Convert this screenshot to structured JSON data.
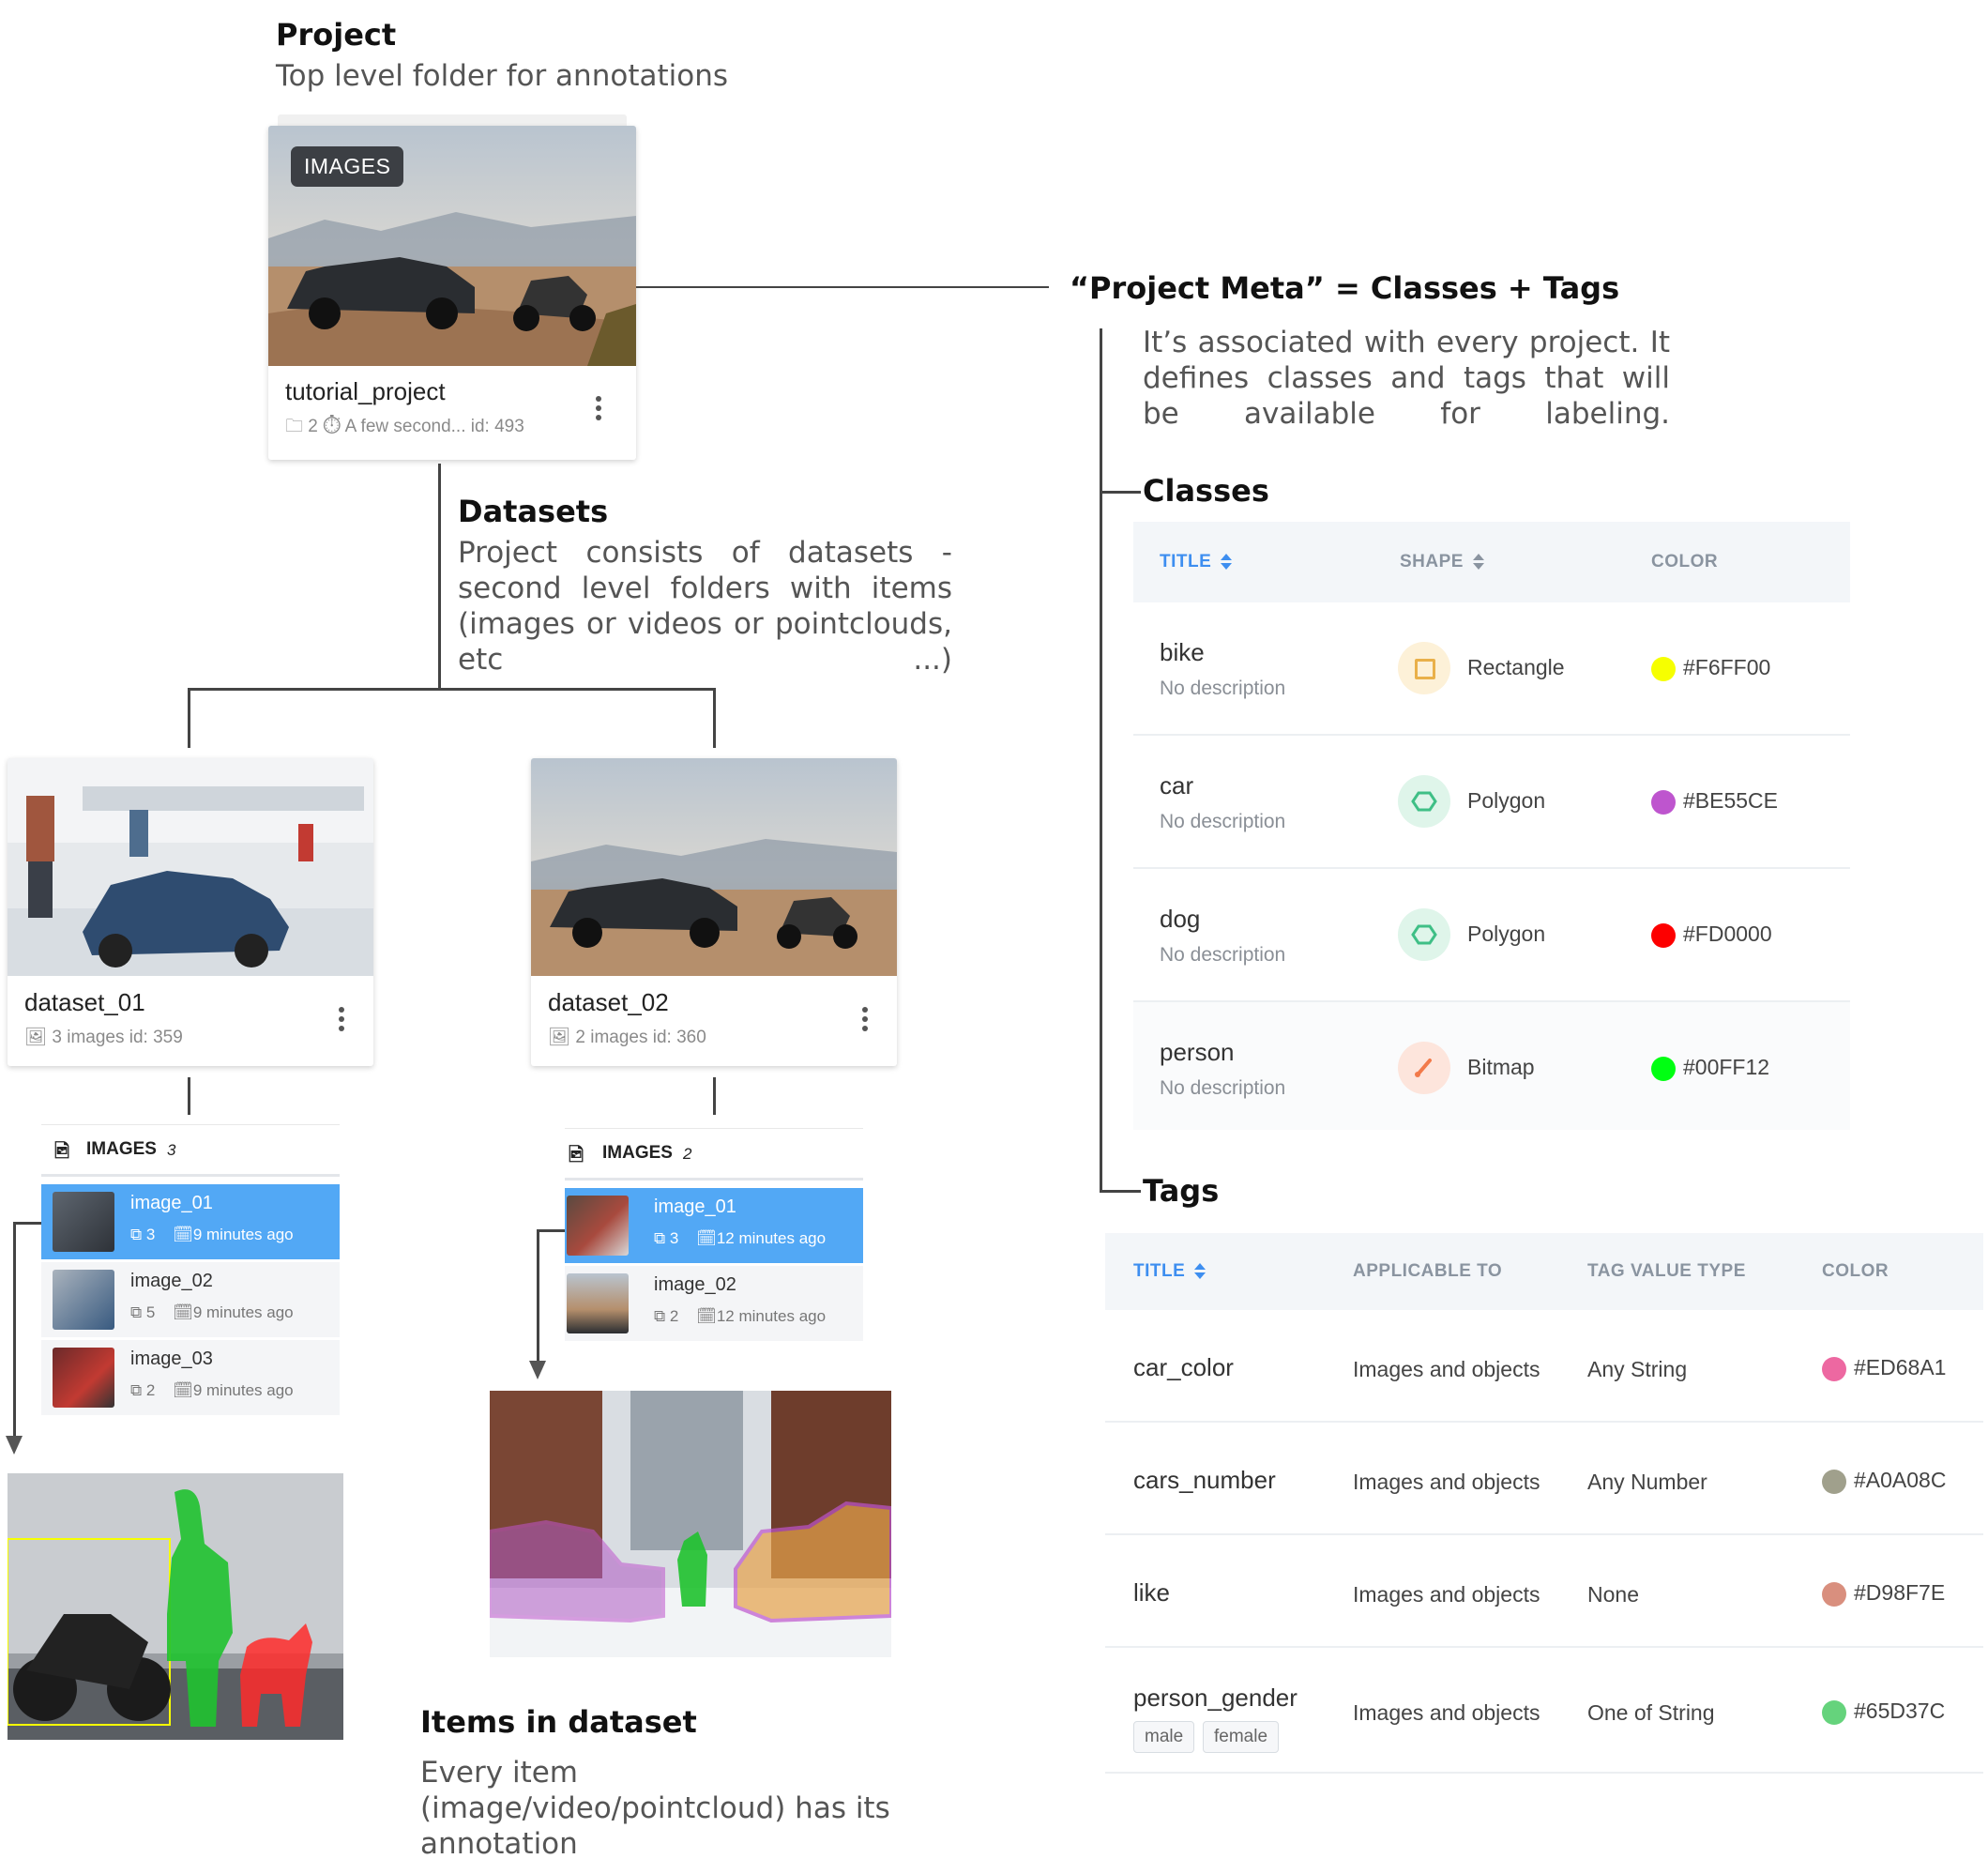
{
  "project_section": {
    "title": "Project",
    "desc": "Top level folder for annotations"
  },
  "project_card": {
    "badge": "IMAGES",
    "name": "tutorial_project",
    "meta": "🗀 2  ⏱ A few second...   id: 493"
  },
  "meta_section": {
    "title": "“Project Meta” = Classes + Tags",
    "desc": "It’s associated with every project. It defines classes and tags that will be available for labeling."
  },
  "datasets_section": {
    "title": "Datasets",
    "desc": "Project consists of datasets - second level folders with items (images or videos or pointclouds, etc ...)"
  },
  "datasets": [
    {
      "name": "dataset_01",
      "meta": "🖼 3 images  id: 359",
      "list_title": "IMAGES",
      "list_count": "3",
      "items": [
        {
          "name": "image_01",
          "layers": "3",
          "time": "9 minutes ago"
        },
        {
          "name": "image_02",
          "layers": "5",
          "time": "9 minutes ago"
        },
        {
          "name": "image_03",
          "layers": "2",
          "time": "9 minutes ago"
        }
      ]
    },
    {
      "name": "dataset_02",
      "meta": "🖼 2 images  id: 360",
      "list_title": "IMAGES",
      "list_count": "2",
      "items": [
        {
          "name": "image_01",
          "layers": "3",
          "time": "12 minutes ago"
        },
        {
          "name": "image_02",
          "layers": "2",
          "time": "12 minutes ago"
        }
      ]
    }
  ],
  "items_section": {
    "title": "Items in dataset",
    "desc": "Every item (image/video/pointcloud) has its annotation"
  },
  "classes_section": {
    "title": "Classes",
    "headers": {
      "title": "TITLE",
      "shape": "SHAPE",
      "color": "COLOR"
    },
    "rows": [
      {
        "title": "bike",
        "desc": "No description",
        "shape": "Rectangle",
        "shape_icon": "rectangle-icon",
        "color": "#F6FF00"
      },
      {
        "title": "car",
        "desc": "No description",
        "shape": "Polygon",
        "shape_icon": "polygon-icon",
        "color": "#BE55CE"
      },
      {
        "title": "dog",
        "desc": "No description",
        "shape": "Polygon",
        "shape_icon": "polygon-icon",
        "color": "#FD0000"
      },
      {
        "title": "person",
        "desc": "No description",
        "shape": "Bitmap",
        "shape_icon": "brush-icon",
        "color": "#00FF12"
      }
    ]
  },
  "tags_section": {
    "title": "Tags",
    "headers": {
      "title": "TITLE",
      "applicable": "APPLICABLE TO",
      "value_type": "TAG VALUE TYPE",
      "color": "COLOR"
    },
    "rows": [
      {
        "title": "car_color",
        "applicable": "Images and objects",
        "value_type": "Any String",
        "color": "#ED68A1"
      },
      {
        "title": "cars_number",
        "applicable": "Images and objects",
        "value_type": "Any Number",
        "color": "#A0A08C"
      },
      {
        "title": "like",
        "applicable": "Images and objects",
        "value_type": "None",
        "color": "#D98F7E"
      },
      {
        "title": "person_gender",
        "applicable": "Images and objects",
        "value_type": "One of String",
        "color": "#65D37C",
        "values": [
          "male",
          "female"
        ]
      }
    ]
  }
}
